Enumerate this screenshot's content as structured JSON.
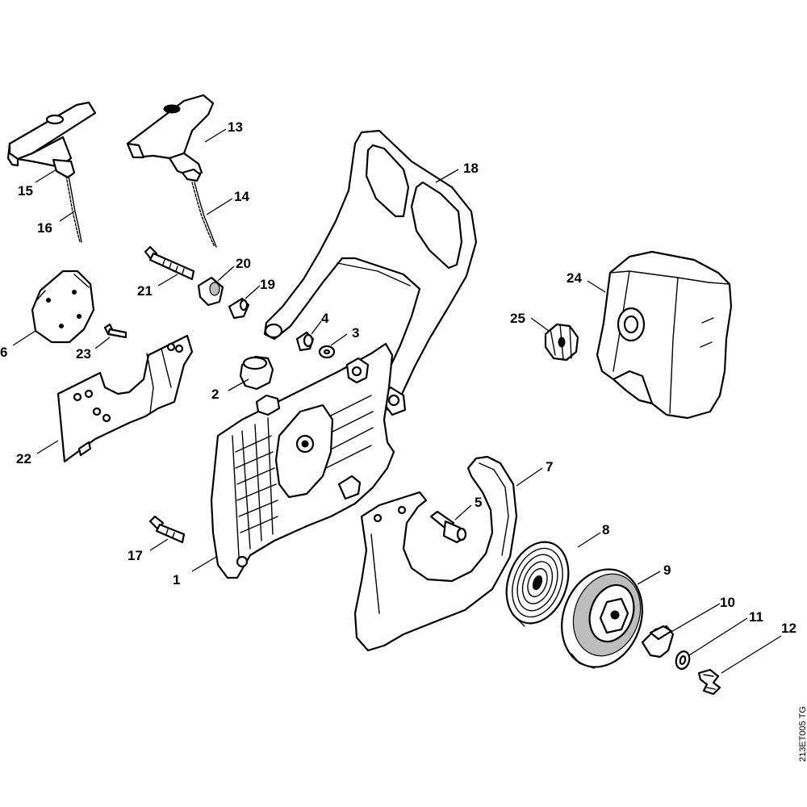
{
  "drawing_number": "213ET005 TG",
  "callouts": {
    "c1": "1",
    "c2": "2",
    "c3": "3",
    "c4": "4",
    "c5": "5",
    "c6": "6",
    "c7": "7",
    "c8": "8",
    "c9": "9",
    "c10": "10",
    "c11": "11",
    "c12": "12",
    "c13": "13",
    "c14": "14",
    "c15": "15",
    "c16": "16",
    "c17": "17",
    "c18": "18",
    "c19": "19",
    "c20": "20",
    "c21": "21",
    "c22": "22",
    "c23": "23",
    "c24": "24",
    "c25": "25"
  }
}
